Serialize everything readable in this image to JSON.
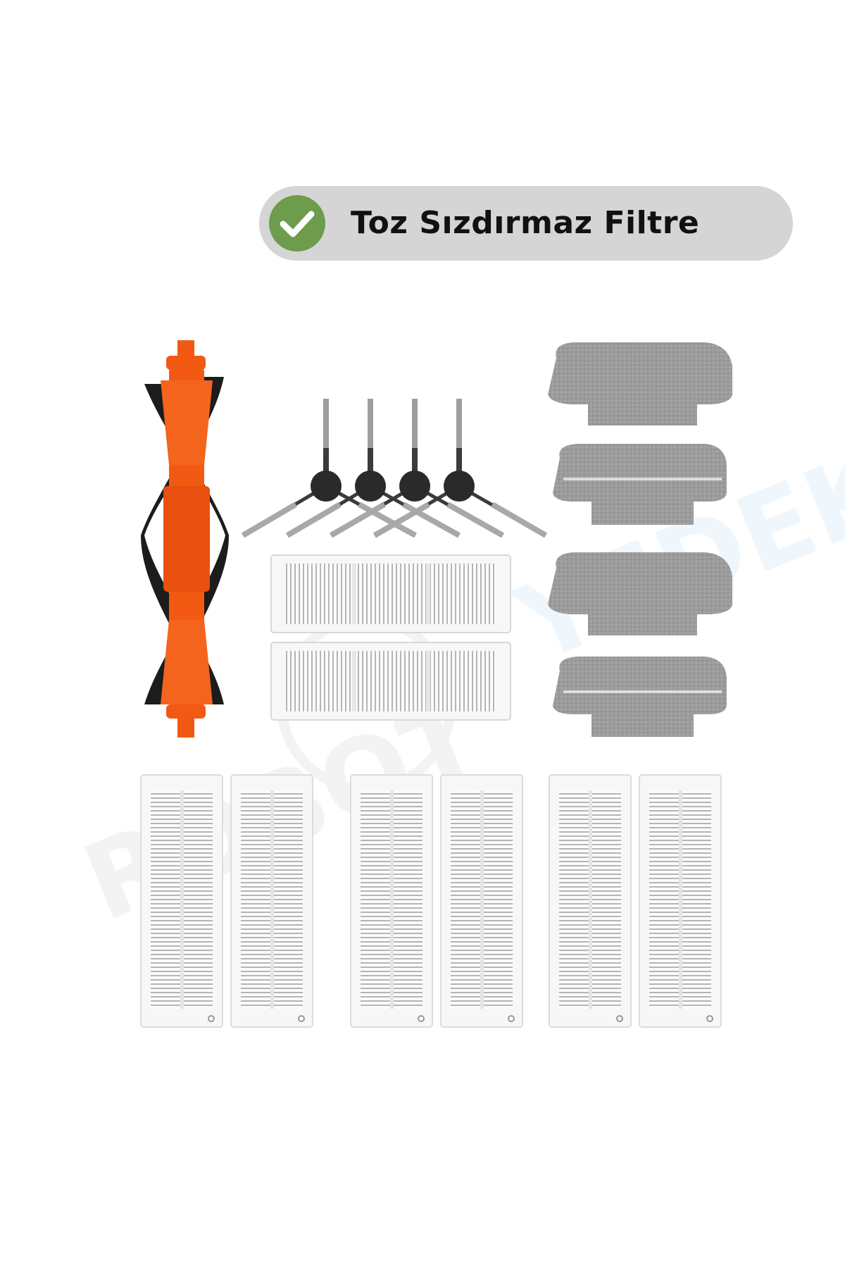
{
  "badge": {
    "label": "Toz Sızdırmaz Filtre",
    "icon": "checkmark-icon",
    "icon_color": "#6d9c4c",
    "background": "#d5d5d5"
  },
  "watermark": {
    "left_text": "ROBOT",
    "right_text": "YEDEK"
  },
  "colors": {
    "roller_orange": "#f25a14",
    "bristle_black": "#1c1c1c",
    "mop_gray": "#9a9a9a",
    "filter_white": "#f7f7f7"
  }
}
